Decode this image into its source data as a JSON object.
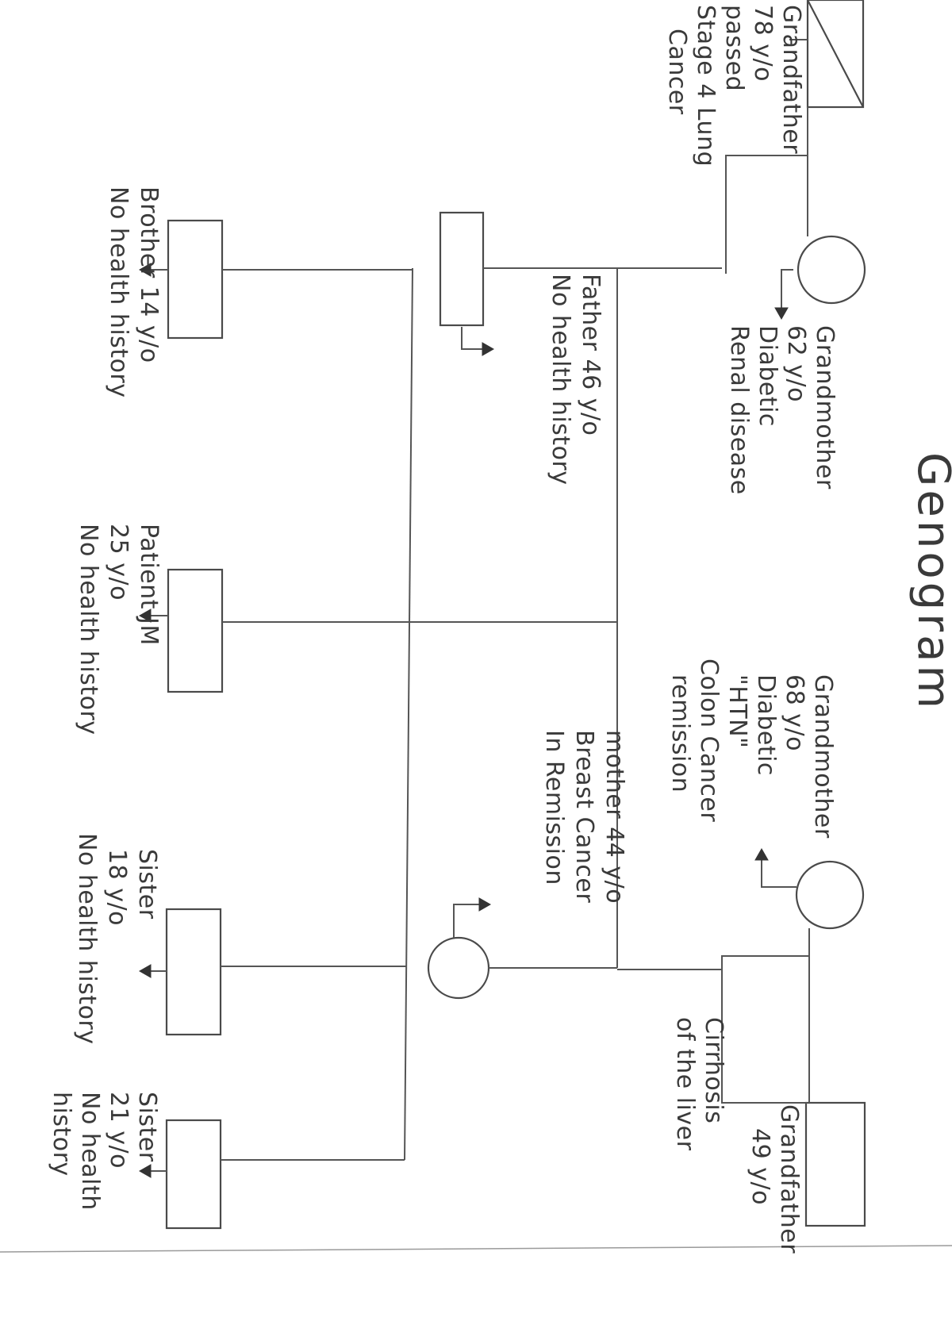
{
  "title": "Genogram",
  "members": {
    "paternal_grandfather": {
      "lines": [
        "Grandfather",
        "78 y/o",
        "passed",
        "Stage 4 Lung",
        "Cancer"
      ]
    },
    "paternal_grandmother": {
      "lines": [
        "Grandmother",
        "62 y/o",
        "Diabetic",
        "Renal disease"
      ]
    },
    "maternal_grandmother": {
      "lines": [
        "Grandmother",
        "68 y/o",
        "Diabetic",
        "\"HTN\"",
        "Colon Cancer",
        "remission"
      ]
    },
    "maternal_grandfather": {
      "lines": [
        "Grandfather",
        "49 y/o"
      ]
    },
    "maternal_grandfather_note": {
      "lines": [
        "Cirrhosis",
        "of the liver"
      ]
    },
    "father": {
      "lines": [
        "Father 46 y/o",
        "No health history"
      ]
    },
    "mother": {
      "lines": [
        "mother 44 y/o",
        "Breast Cancer",
        "In Remission"
      ]
    },
    "brother": {
      "lines": [
        "Brother 14 y/o",
        "No health history"
      ]
    },
    "patient": {
      "lines": [
        "Patient JM",
        "25 y/o",
        "No health history"
      ]
    },
    "sister_18": {
      "lines": [
        "Sister",
        "18 y/o",
        "No health history"
      ]
    },
    "sister_21": {
      "lines": [
        "Sister",
        "21 y/o",
        "No health",
        "history"
      ]
    }
  }
}
